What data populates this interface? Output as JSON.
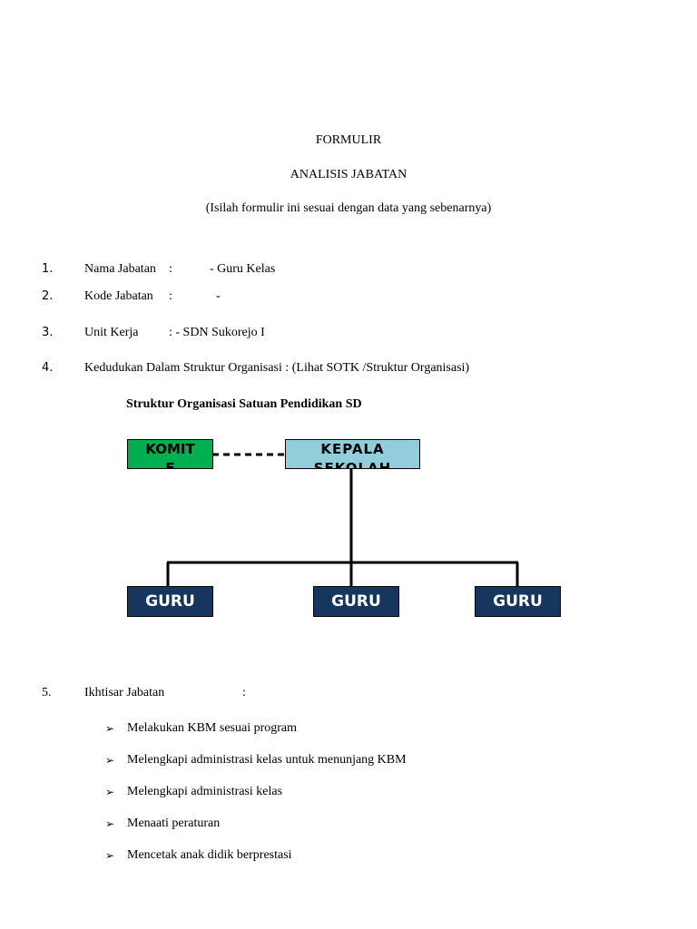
{
  "header": {
    "title": "FORMULIR",
    "subtitle": "ANALISIS JABATAN",
    "instruction": "(Isilah formulir ini sesuai dengan data yang sebenarnya)"
  },
  "items": [
    {
      "num": "1.",
      "label": "Nama Jabatan",
      "sep": ":",
      "value": "- Guru Kelas"
    },
    {
      "num": "2.",
      "label": "Kode Jabatan",
      "sep": ":",
      "value": "-"
    },
    {
      "num": "3.",
      "label": "Unit Kerja",
      "sep": ": - SDN Sukorejo I"
    },
    {
      "num": "4.",
      "label": "Kedudukan Dalam Struktur Organisasi : (Lihat SOTK /Struktur Organisasi)"
    }
  ],
  "org_chart": {
    "title": "Struktur Organisasi Satuan Pendidikan SD",
    "komite": "KOMIT\nE",
    "kepala": "KEPALA\nSEKOLAH",
    "guru": [
      "GURU",
      "GURU",
      "GURU"
    ],
    "colors": {
      "komite": "#00b050",
      "kepala": "#92cddc",
      "guru": "#17365d",
      "guru_text": "#ffffff"
    }
  },
  "section5": {
    "num": "5.",
    "label": "Ikhtisar Jabatan",
    "sep": ":",
    "bullet_icon": "arrow-bullet-icon",
    "bullets": [
      "Melakukan KBM sesuai program",
      "Melengkapi administrasi kelas untuk menunjang KBM",
      "Melengkapi administrasi kelas",
      "Menaati peraturan",
      "Mencetak anak didik berprestasi"
    ]
  }
}
